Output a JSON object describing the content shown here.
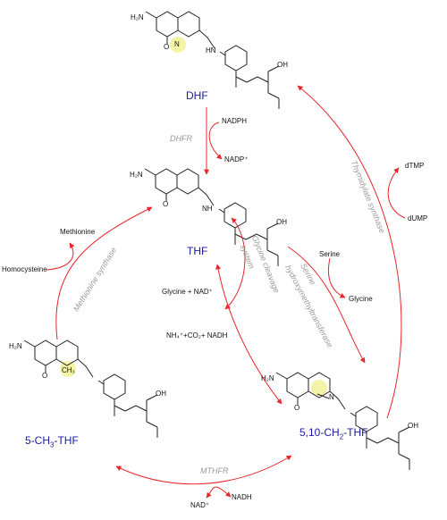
{
  "compounds": {
    "dhf": "DHF",
    "thf": "THF",
    "methyl_thf_base": "5-CH",
    "methyl_thf_sub": "3",
    "methyl_thf_tail": "-THF",
    "methylene_thf_base": "5,10-CH",
    "methylene_thf_sub": "2",
    "methylene_thf_tail": "-THF"
  },
  "enzymes": {
    "dhfr": "DHFR",
    "thymidylate_synthase": "Thymidylate synthase",
    "methionine_synthase": "Methionine synthase",
    "serine_hmt_line1": "Serine",
    "serine_hmt_line2": "hydroxymethyltransferase",
    "gcs_line1": "Glycine cleavage",
    "gcs_line2": "system",
    "mthfr": "MTHFR"
  },
  "reactants": {
    "nadph": "NADPH",
    "nadp_plus": "NADP⁺",
    "dtmp": "dTMP",
    "dump": "dUMP",
    "methionine": "Methionine",
    "homocysteine": "Homocysteine",
    "serine": "Serine",
    "glycine": "Glycine",
    "glycine_nad": "Glycine + NAD⁺",
    "nh4_co2_nadh": "NH₄⁺+CO₂+ NADH",
    "nad_plus": "NAD⁺",
    "nadh": "NADH"
  },
  "atom_labels": {
    "h2n": "H₂N",
    "n": "N",
    "nh": "NH",
    "hn": "HN",
    "h": "H",
    "o": "O",
    "oh": "OH",
    "ch3": "CH₃"
  },
  "colors": {
    "arrow": "#e8262b",
    "compound": "#1a1aa6",
    "enzyme": "#9a9a9a",
    "highlight": "#f4f4a8"
  }
}
